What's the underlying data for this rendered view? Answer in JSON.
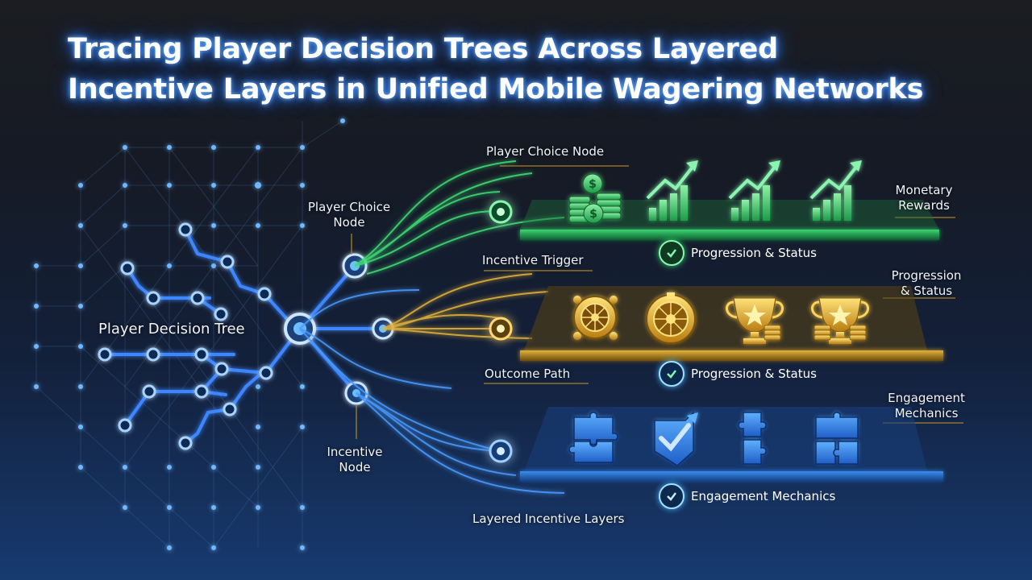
{
  "title": {
    "line1": "Tracing Player Decision Trees Across Layered",
    "line2": "Incentive Layers in Unified Mobile Wagering Networks"
  },
  "labels": {
    "tree": "Player Decision Tree",
    "choice_node_left_line1": "Player Choice",
    "choice_node_left_line2": "Node",
    "choice_node_top": "Player Choice Node",
    "incentive_trigger": "Incentive Trigger",
    "outcome_path": "Outcome Path",
    "incentive_node_line1": "Incentive",
    "incentive_node_line2": "Node",
    "layered_incentive_layers": "Layered Incentive Layers"
  },
  "layers": [
    {
      "id": "green",
      "side_label_line1": "Monetary",
      "side_label_line2": "Rewards",
      "status": "Progression & Status",
      "color": "#2fd36a",
      "icons": [
        "coin-stack-icon",
        "growth-chart-icon",
        "growth-chart-icon",
        "growth-chart-icon"
      ]
    },
    {
      "id": "gold",
      "side_label_line1": "Progression",
      "side_label_line2": "& Status",
      "status": "Progression & Status",
      "color": "#d9a526",
      "icons": [
        "roulette-wheel-icon",
        "roulette-wheel-icon",
        "trophy-icon",
        "trophy-icon"
      ]
    },
    {
      "id": "blue",
      "side_label_line1": "Engagement",
      "side_label_line2": "Mechanics",
      "status": "Engagement Mechanics",
      "color": "#2f7fe0",
      "icons": [
        "puzzle-icon",
        "check-badge-icon",
        "puzzle-icon",
        "puzzle-icon"
      ]
    }
  ]
}
